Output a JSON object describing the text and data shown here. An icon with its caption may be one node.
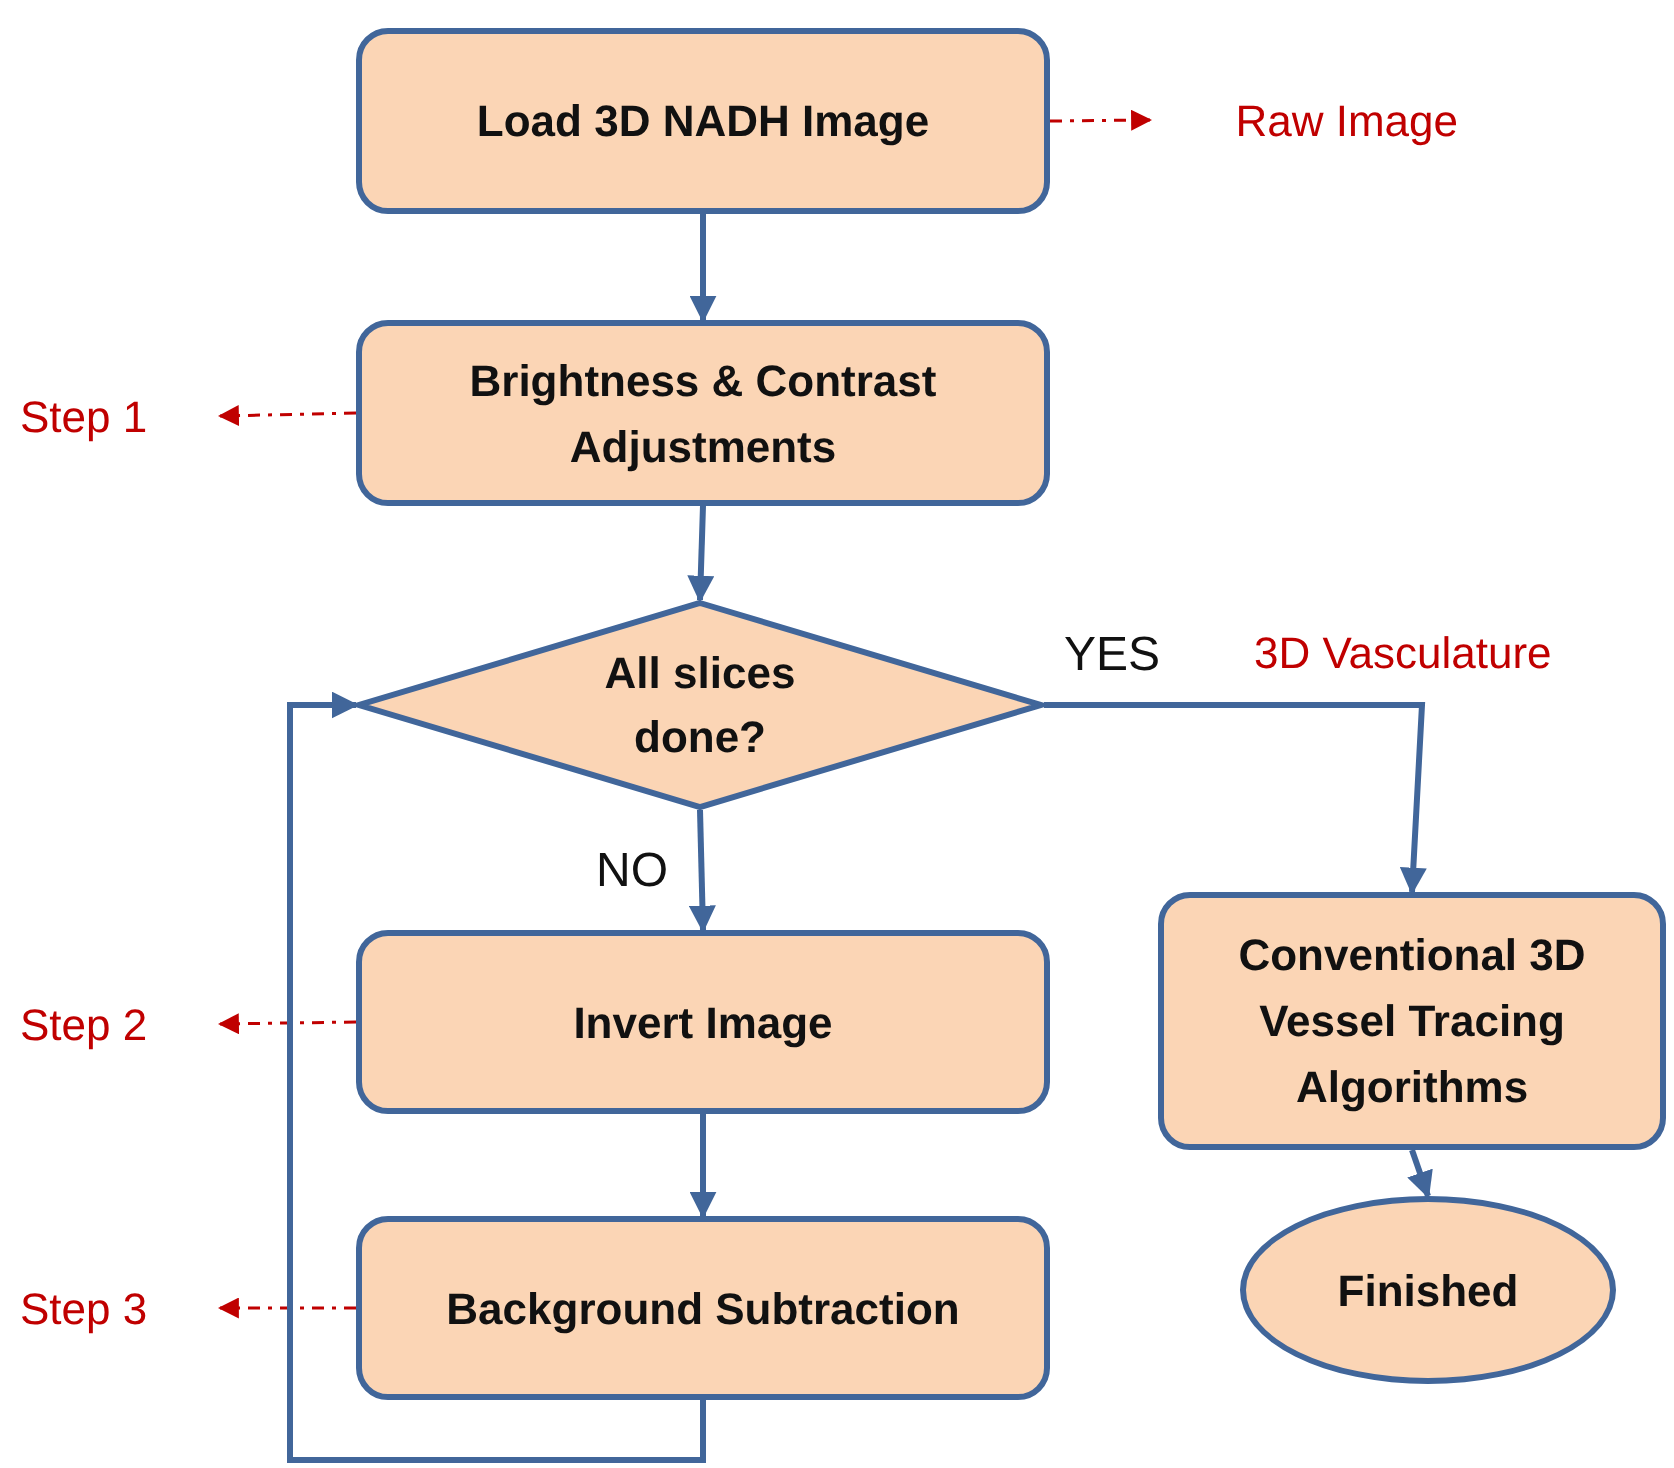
{
  "diagram": {
    "nodes": [
      {
        "text": [
          "Load 3D NADH Image"
        ]
      },
      {
        "text": [
          "Raw Image"
        ]
      },
      {
        "text": [
          "Brightness & Contrast Adjustments"
        ]
      },
      {
        "text": [
          "Step 1"
        ]
      },
      {
        "text": [
          "All slices done?"
        ]
      },
      {
        "text": [
          "Invert Image"
        ]
      },
      {
        "text": [
          "Step 2"
        ]
      },
      {
        "text": [
          "Background Subtraction"
        ]
      },
      {
        "text": [
          "Step 3"
        ]
      },
      {
        "text": [
          "Conventional 3D Vessel Tracing Algorithms"
        ]
      },
      {
        "text": [
          "Finished"
        ]
      }
    ],
    "edges": [
      {
        "from": 0,
        "to": 1,
        "arrow": "to",
        "style": "dashed",
        "color": "#c00000"
      },
      {
        "from": 0,
        "to": 2,
        "arrow": "to"
      },
      {
        "from": 2,
        "to": 3,
        "arrow": "to",
        "style": "dashed",
        "color": "#c00000"
      },
      {
        "from": 2,
        "to": 4,
        "arrow": "to"
      },
      {
        "from": 4,
        "to": 5,
        "arrow": "to",
        "label": "NO"
      },
      {
        "from": 5,
        "to": 6,
        "arrow": "to",
        "style": "dashed",
        "color": "#c00000"
      },
      {
        "from": 5,
        "to": 7,
        "arrow": "to"
      },
      {
        "from": 7,
        "to": 8,
        "arrow": "to",
        "style": "dashed",
        "color": "#c00000"
      },
      {
        "from": 7,
        "to": 4,
        "arrow": "to"
      },
      {
        "from": 4,
        "to": 9,
        "arrow": "to",
        "label": "YES"
      },
      {
        "from": 9,
        "to": 10,
        "arrow": "to"
      }
    ],
    "labels": [
      "3D Vasculature"
    ]
  }
}
